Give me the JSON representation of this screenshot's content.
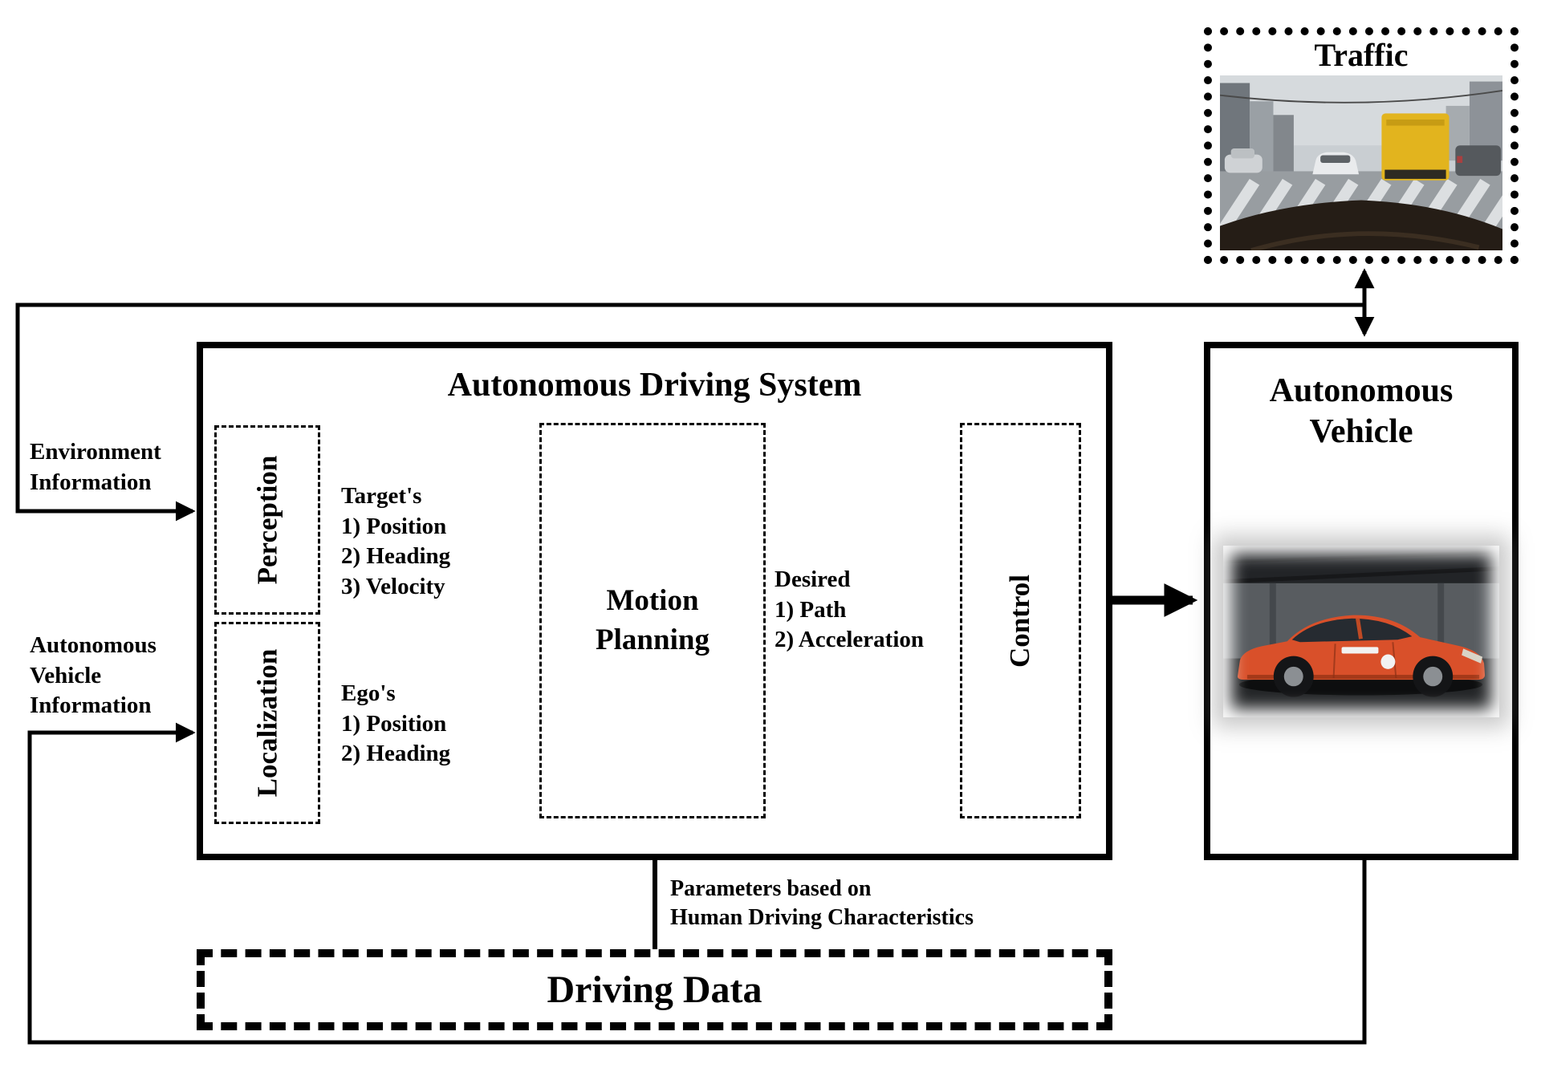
{
  "colors": {
    "line": "#000000",
    "background": "#ffffff",
    "truck_yellow": "#e2b41e",
    "car_orange": "#d9502a"
  },
  "traffic": {
    "title": "Traffic"
  },
  "ads": {
    "title": "Autonomous Driving System",
    "modules": {
      "perception": "Perception",
      "localization": "Localization",
      "motion_planning": "Motion\nPlanning",
      "control": "Control"
    }
  },
  "autonomous_vehicle": {
    "title": "Autonomous\nVehicle"
  },
  "driving_data": {
    "title": "Driving Data"
  },
  "annotations": {
    "environment_information": "Environment\nInformation",
    "autonomous_vehicle_information": "Autonomous\nVehicle\nInformation",
    "target_outputs": "Target's\n1) Position\n2) Heading\n3) Velocity",
    "ego_outputs": "Ego's\n1) Position\n2) Heading",
    "desired_outputs": "Desired\n1) Path\n2) Acceleration",
    "parameters": "Parameters based on\nHuman Driving Characteristics"
  }
}
